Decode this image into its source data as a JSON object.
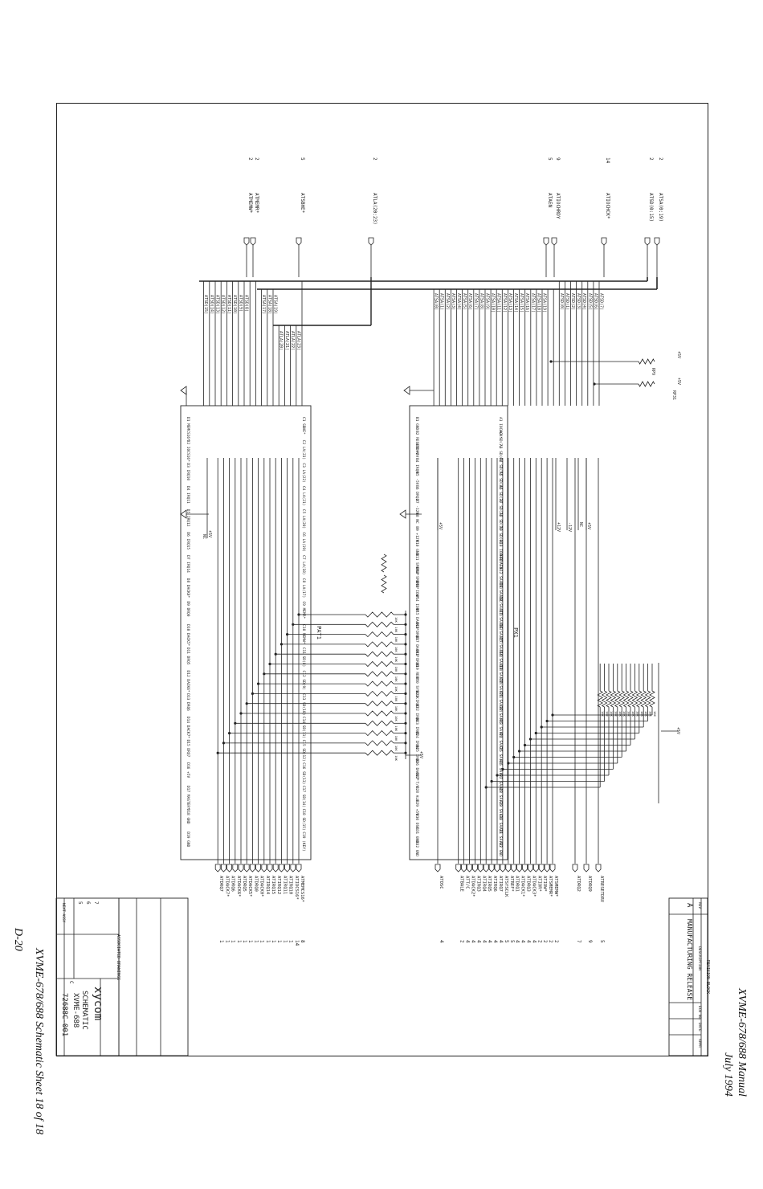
{
  "header": {
    "manual": "XVME-678/688 Manual",
    "date": "July 1994"
  },
  "footer": {
    "caption": "XVME-678/688 Schematic Sheet 18 of 18",
    "page": "D-20"
  },
  "connectors": {
    "px1": "PX1",
    "pat1": "PAT1"
  },
  "input_signals": [
    {
      "name": "ATSA(0:19)",
      "sheet": "2"
    },
    {
      "name": "ATSD(0:15)",
      "sheet": "2"
    },
    {
      "name": "ATIOCHCK*",
      "sheet": "14"
    },
    {
      "name": "ATIOCHRDY",
      "sheet": "9"
    },
    {
      "name": "ATAEN",
      "sheet": "5"
    },
    {
      "name": "ATLA(20:23)",
      "sheet": "2"
    },
    {
      "name": "ATSBHE*",
      "sheet": "5"
    },
    {
      "name": "ATMEMR*",
      "sheet": "2"
    },
    {
      "name": "ATMEMW*",
      "sheet": "2"
    }
  ],
  "output_signals_upper": [
    {
      "name": "ATRESETDRV",
      "sheet": "5"
    },
    {
      "name": "ATDRQ9",
      "sheet": "9"
    },
    {
      "name": "ATDRQ2",
      "sheet": "7"
    },
    {
      "name": "ATSMEMW*",
      "sheet": "2"
    },
    {
      "name": "ATSMEMR*",
      "sheet": "2"
    },
    {
      "name": "ATIOW*",
      "sheet": "2"
    },
    {
      "name": "ATIOR*",
      "sheet": "2"
    },
    {
      "name": "ATDACK3*",
      "sheet": "4"
    },
    {
      "name": "ATDRQ3",
      "sheet": "4"
    },
    {
      "name": "ATDACK1*",
      "sheet": "4"
    },
    {
      "name": "ATDRQ1",
      "sheet": "4"
    },
    {
      "name": "ATREF*",
      "sheet": "5"
    },
    {
      "name": "ATSYSCLK",
      "sheet": "5"
    },
    {
      "name": "ATIRQ7",
      "sheet": "4"
    },
    {
      "name": "ATIRQ6",
      "sheet": "4"
    },
    {
      "name": "ATIRQ5",
      "sheet": "4"
    },
    {
      "name": "ATIRQ4",
      "sheet": "4"
    },
    {
      "name": "ATIRQ3",
      "sheet": "4"
    },
    {
      "name": "ATDACK2*",
      "sheet": "4"
    },
    {
      "name": "ATT/C",
      "sheet": "4"
    },
    {
      "name": "ATBALE",
      "sheet": "2"
    },
    {
      "name": "ATOSC",
      "sheet": "4"
    }
  ],
  "output_signals_lower": [
    {
      "name": "ATMEMCS16*",
      "sheet": "8"
    },
    {
      "name": "ATIOCS16*",
      "sheet": "14"
    },
    {
      "name": "ATIRQ10",
      "sheet": "1"
    },
    {
      "name": "ATIRQ11",
      "sheet": "1"
    },
    {
      "name": "ATIRQ12",
      "sheet": "1"
    },
    {
      "name": "ATIRQ15",
      "sheet": "1"
    },
    {
      "name": "ATIRQ14",
      "sheet": "1"
    },
    {
      "name": "ATDACK0*",
      "sheet": "1"
    },
    {
      "name": "ATDRQ0",
      "sheet": "1"
    },
    {
      "name": "ATDACK5*",
      "sheet": "1"
    },
    {
      "name": "ATDRQ5",
      "sheet": "1"
    },
    {
      "name": "ATDACK6*",
      "sheet": "1"
    },
    {
      "name": "ATDRQ6",
      "sheet": "1"
    },
    {
      "name": "ATDACK7*",
      "sheet": "1"
    },
    {
      "name": "ATDRQ7",
      "sheet": "1"
    }
  ],
  "px1_a_pins": [
    "A1 IOCHCK*",
    "A2 SD(7)",
    "A3 SD(6)",
    "A4 SD(5)",
    "A5 SD(4)",
    "A6 SD(3)",
    "A7 SD(2)",
    "A8 SD(1)",
    "A9 SD(0)",
    "A10 IOCHRDY",
    "A11 AEN",
    "A12 SA(19)",
    "A13 SA(18)",
    "A14 SA(17)",
    "A15 SA(16)",
    "A16 SA(15)",
    "A17 SA(14)",
    "A18 SA(13)",
    "A19 SA(12)",
    "A20 SA(11)",
    "A21 SA(10)",
    "A22 SA(9)",
    "A23 SA(8)",
    "A24 SA(7)",
    "A25 SA(6)",
    "A26 SA(5)",
    "A27 SA(4)",
    "A28 SA(3)",
    "A29 SA(2)",
    "A30 SA(1)",
    "A31 SA(0)",
    "A32 GND"
  ],
  "px1_b_pins": [
    "B1 GND",
    "B2 RESETDRV",
    "B3 +5V",
    "B4 IRQ9",
    "B5 -5V",
    "B6 DRQ2",
    "B7 -12V",
    "B8 NC",
    "B9 +12V",
    "B10 GND",
    "B11 SMEMW*",
    "B12 SMEMR*",
    "B13 IOW*",
    "B14 IOR*",
    "B15 DACK3*",
    "B16 DRQ3",
    "B17 DACK1*",
    "B18 DRQ1",
    "B19 REF*",
    "B20 SYSCLK",
    "B21 IRQ7",
    "B22 IRQ6",
    "B23 IRQ5",
    "B24 IRQ4",
    "B25 IRQ3",
    "B26 DACK2*",
    "B27 T/C",
    "B28 ALE",
    "B29 +5V",
    "B30 OSC",
    "B31 GND",
    "B32 GND"
  ],
  "pat1_c_pins": [
    "C1 SBHE*",
    "C2 LA(23)",
    "C3 LA(22)",
    "C4 LA(21)",
    "C5 LA(20)",
    "C6 LA(19)",
    "C7 LA(18)",
    "C8 LA(17)",
    "C9 MEMR*",
    "C10 MEMW*",
    "C11 SD(8)",
    "C12 SD(9)",
    "C13 SD(10)",
    "C14 SD(11)",
    "C15 SD(12)",
    "C16 SD(13)",
    "C17 SD(14)",
    "C18 SD(15)",
    "C19 (KEY)"
  ],
  "pat1_d_pins": [
    "D1 MEMCS16*",
    "D2 IOCS16*",
    "D3 IRQ10",
    "D4 IRQ11",
    "D5 IRQ12",
    "D6 IRQ15",
    "D7 IRQ14",
    "D8 DACK0*",
    "D9 DRQ0",
    "D10 DACK5*",
    "D11 DRQ5",
    "D12 DACK6*",
    "D13 DRQ6",
    "D14 DACK7*",
    "D15 DRQ7",
    "D16 +5V",
    "D17 MASTER*",
    "D18 GND",
    "D19 GND"
  ],
  "resistors_pullup_top": [
    "RP9",
    "RP31"
  ],
  "resistor_value": "10K",
  "power": {
    "p5": "+5V",
    "p12": "+12V",
    "m12": "-12V",
    "nc": "NC"
  },
  "revision_block": {
    "title": "REVISION BLOCK",
    "col_rev": "REV",
    "col_desc": "DESCRIPTION",
    "col_ecn": "ECN NO.",
    "col_date": "DATE",
    "col_appr": "APPR",
    "rev": "A",
    "description": "MANUFACTURING RELEASE"
  },
  "title_block": {
    "company": "xycom",
    "title": "SCHEMATIC",
    "model": "XVME-688",
    "doc_no": "72688C-001",
    "size": "C",
    "sheet_label": "SHEET",
    "assoc": "ASSOCIATED DRAWINGS",
    "next_assy": "NEXT ASSY",
    "rows": [
      "7",
      "6",
      "5"
    ]
  }
}
